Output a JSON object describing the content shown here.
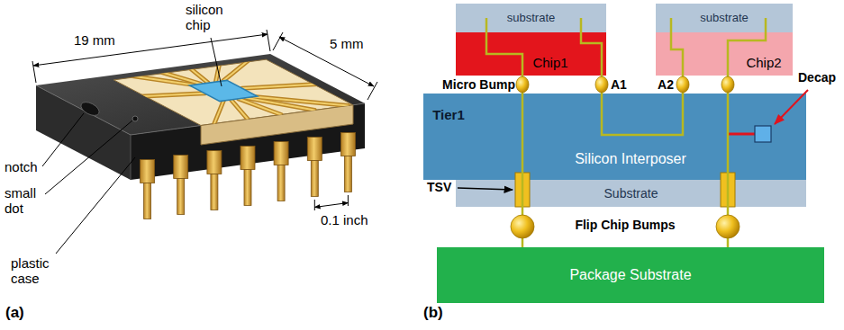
{
  "diagram": {
    "nodes": [
      {
        "text": [
          "Chip1"
        ]
      },
      {
        "text": [
          "substrate"
        ],
        "in": 0
      },
      {
        "text": [
          "Chip2"
        ]
      },
      {
        "text": [
          "substrate"
        ],
        "in": 2
      },
      {
        "text": [
          "Tier1",
          "Silicon Interposer"
        ]
      },
      {
        "text": [
          "Substrate"
        ]
      },
      {
        "text": [
          "Package Substrate"
        ]
      }
    ],
    "edges": [
      {
        "from": 0,
        "to": 2,
        "arrow": "none"
      },
      {
        "from": 0,
        "to": 6,
        "arrow": "none"
      },
      {
        "from": 2,
        "to": 6,
        "arrow": "none"
      }
    ],
    "labels": [
      "silicon chip",
      "19 mm",
      "5 mm",
      "notch",
      "small dot",
      "plastic case",
      "0.1 inch",
      "(a)",
      "Micro Bump",
      "A1",
      "A2",
      "Decap",
      "TSV",
      "Flip Chip Bumps",
      "(b)"
    ]
  }
}
